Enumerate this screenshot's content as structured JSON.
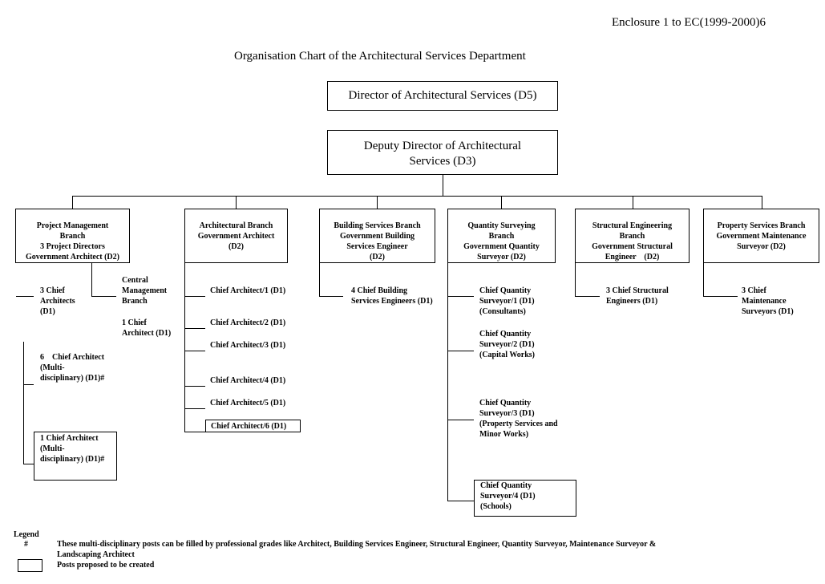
{
  "header": {
    "enclosure": "Enclosure 1 to EC(1999-2000)6",
    "title": "Organisation Chart of the Architectural Services Department"
  },
  "director": "Director of Architectural Services (D5)",
  "deputy": "Deputy Director of Architectural\nServices (D3)",
  "branches": {
    "project": {
      "heading": "Project Management\nBranch\n3 Project Directors\nGovernment Architect (D2)",
      "posts": {
        "chief_architects": "3 Chief\nArchitects\n(D1)",
        "central": "Central\nManagement\nBranch",
        "central_chief": "1 Chief\nArchitect (D1)",
        "multi6": "6    Chief Architect\n(Multi-\ndisciplinary) (D1)#",
        "multi1": "1 Chief Architect\n(Multi-\ndisciplinary) (D1)#"
      }
    },
    "architectural": {
      "heading": "Architectural Branch\nGovernment Architect\n(D2)",
      "posts": [
        "Chief Architect/1 (D1)",
        "Chief Architect/2 (D1)",
        "Chief Architect/3 (D1)",
        "Chief Architect/4 (D1)",
        "Chief Architect/5 (D1)",
        "Chief Architect/6 (D1)"
      ]
    },
    "building": {
      "heading": "Building Services Branch\nGovernment Building\nServices Engineer\n(D2)",
      "post": "4 Chief Building\nServices Engineers (D1)"
    },
    "quantity": {
      "heading": "Quantity Surveying\nBranch\nGovernment Quantity\nSurveyor (D2)",
      "posts": [
        "Chief Quantity\nSurveyor/1 (D1)\n(Consultants)",
        "Chief Quantity\nSurveyor/2 (D1)\n(Capital Works)",
        "Chief Quantity\nSurveyor/3 (D1)\n(Property Services and\nMinor Works)",
        "Chief Quantity\nSurveyor/4 (D1)\n(Schools)"
      ]
    },
    "structural": {
      "heading": "Structural Engineering\nBranch\nGovernment Structural\nEngineer    (D2)",
      "post": "3 Chief Structural\nEngineers (D1)"
    },
    "property": {
      "heading": "Property Services Branch\nGovernment Maintenance\nSurveyor (D2)",
      "post": "3 Chief\nMaintenance\nSurveyors (D1)"
    }
  },
  "legend": {
    "title": "Legend",
    "symbol": "#",
    "symbol_text": "These multi-disciplinary posts can be filled by professional grades like Architect, Building Services Engineer, Structural Engineer, Quantity Surveyor, Maintenance Surveyor &\nLandscaping Architect",
    "box_text": "Posts proposed to be created"
  }
}
